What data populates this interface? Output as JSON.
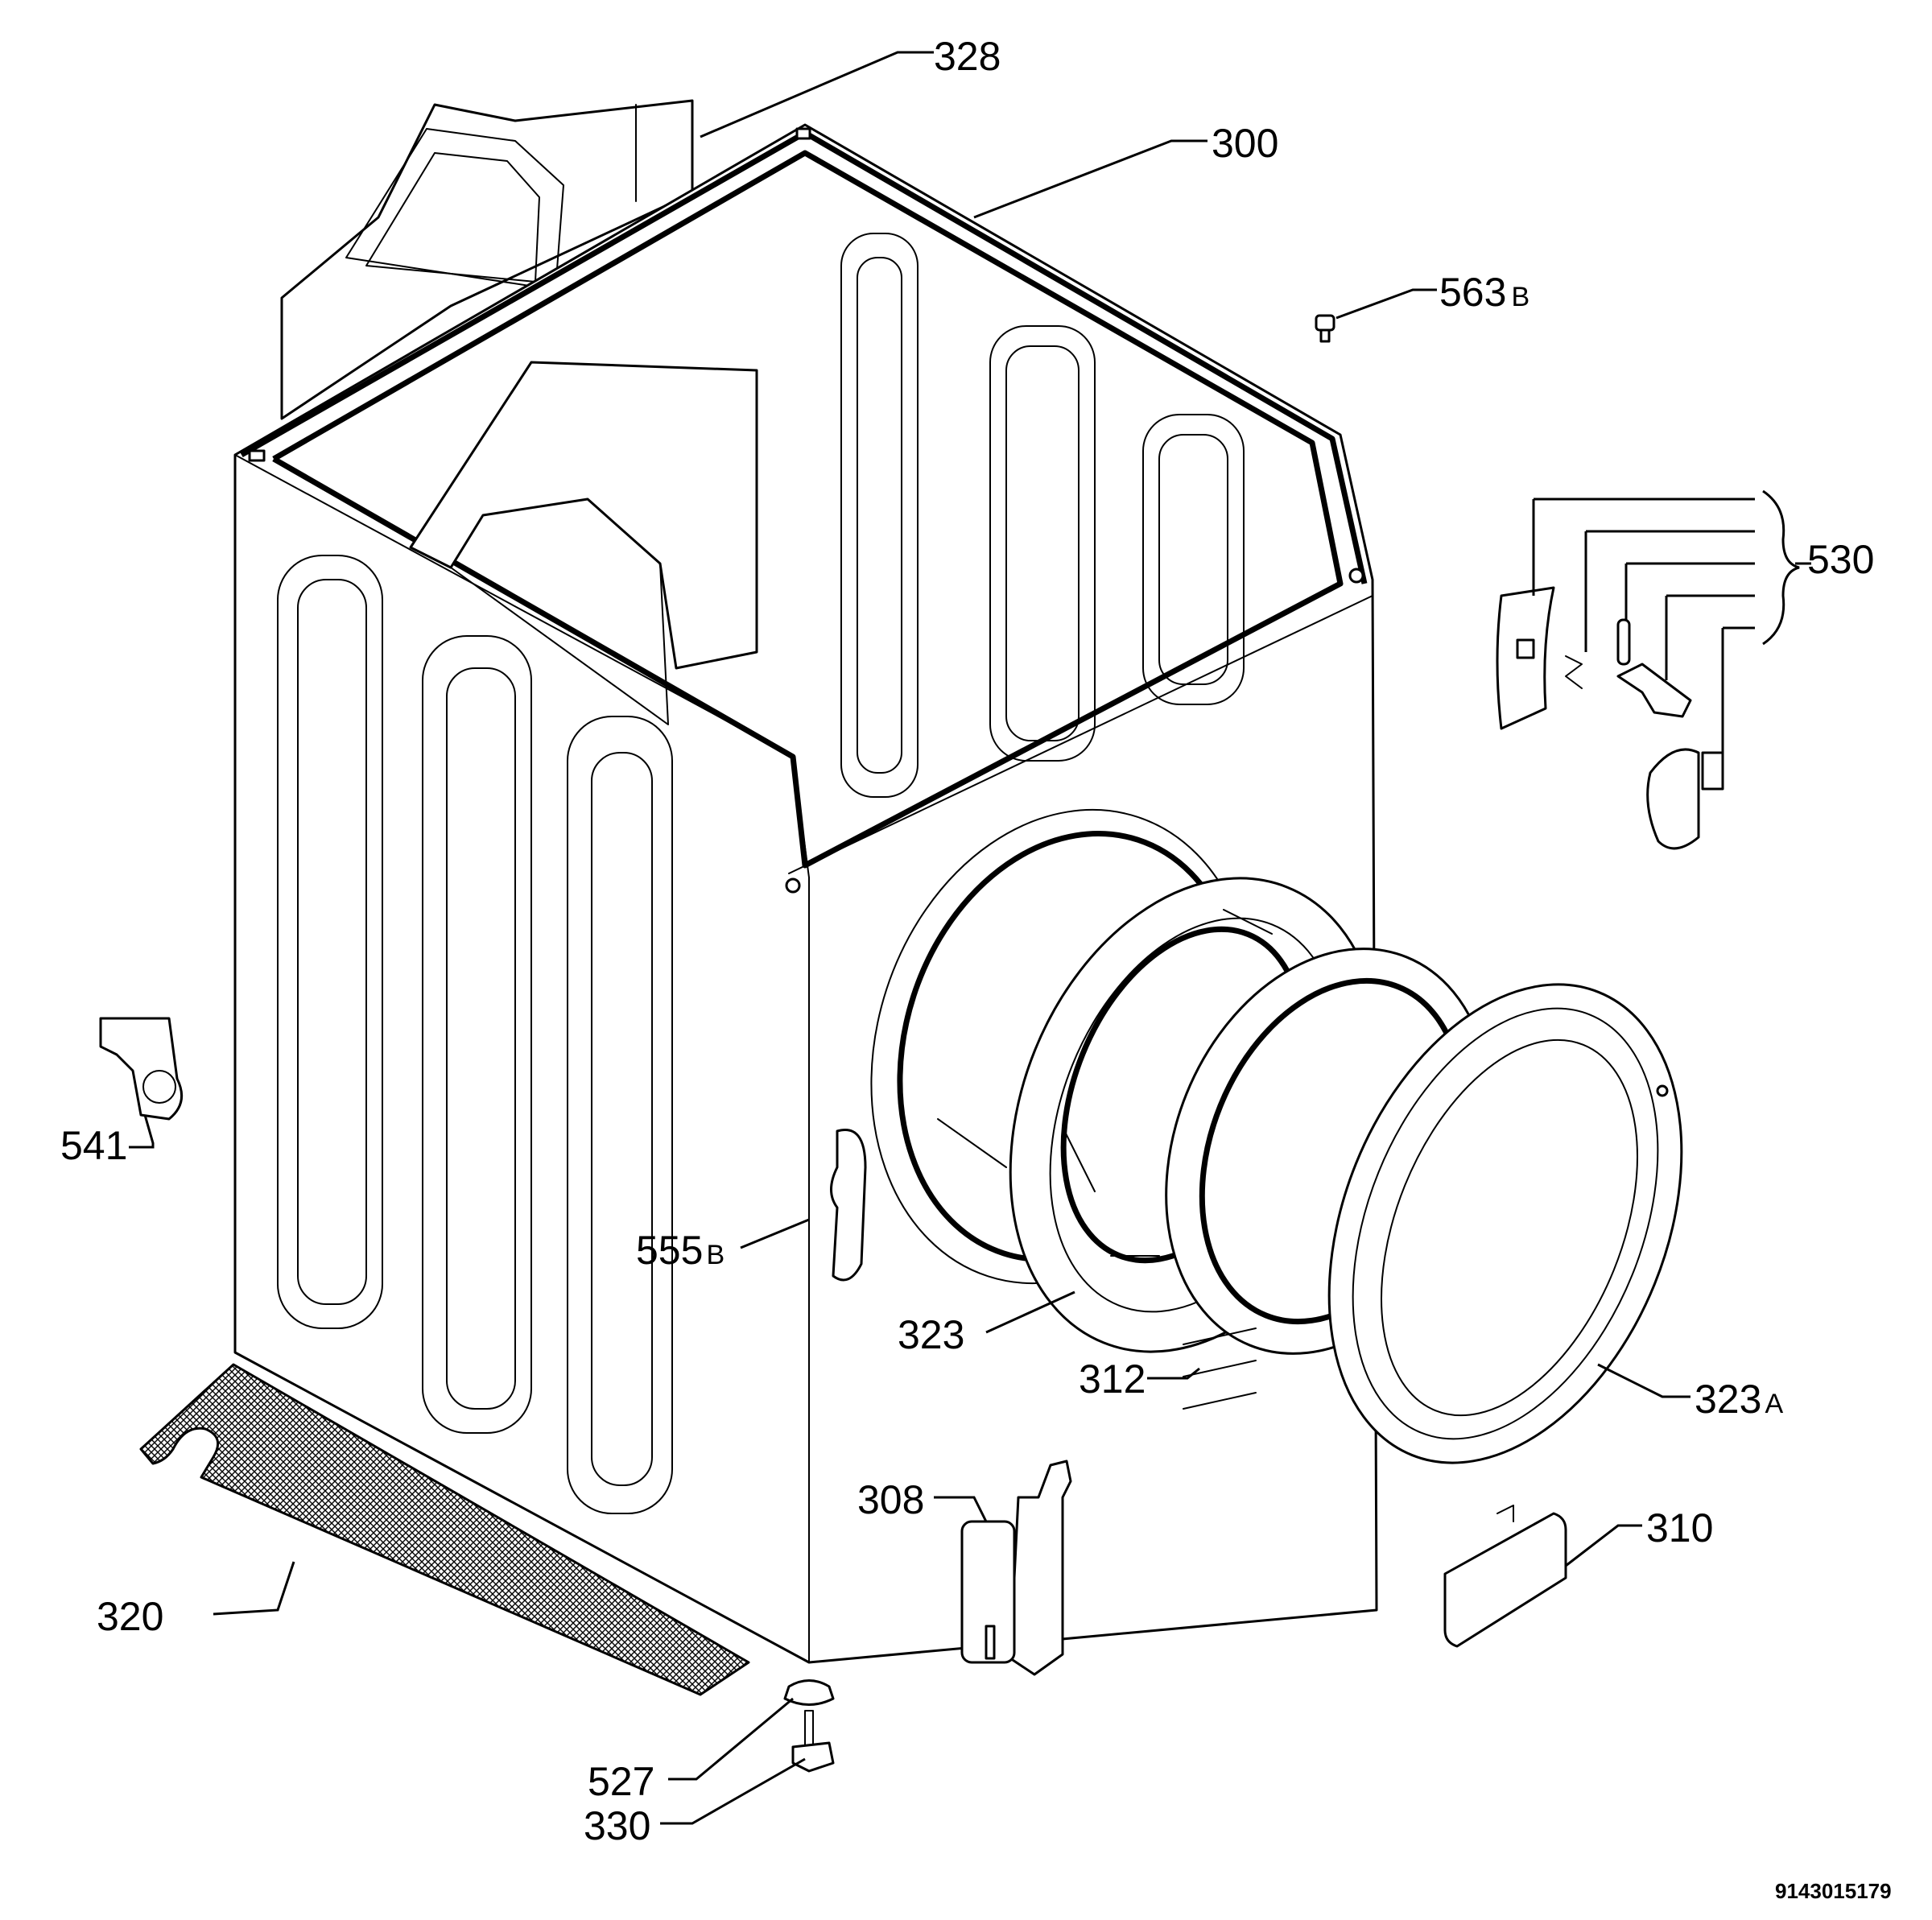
{
  "document_code": "9143015179",
  "callouts": [
    {
      "id": "328",
      "number": "328",
      "suffix": ""
    },
    {
      "id": "300",
      "number": "300",
      "suffix": ""
    },
    {
      "id": "563b",
      "number": "563",
      "suffix": "B"
    },
    {
      "id": "530",
      "number": "530",
      "suffix": ""
    },
    {
      "id": "541",
      "number": "541",
      "suffix": ""
    },
    {
      "id": "555b",
      "number": "555",
      "suffix": "B"
    },
    {
      "id": "323",
      "number": "323",
      "suffix": ""
    },
    {
      "id": "312",
      "number": "312",
      "suffix": ""
    },
    {
      "id": "323a",
      "number": "323",
      "suffix": "A"
    },
    {
      "id": "308",
      "number": "308",
      "suffix": ""
    },
    {
      "id": "310",
      "number": "310",
      "suffix": ""
    },
    {
      "id": "320",
      "number": "320",
      "suffix": ""
    },
    {
      "id": "527",
      "number": "527",
      "suffix": ""
    },
    {
      "id": "330",
      "number": "330",
      "suffix": ""
    }
  ]
}
